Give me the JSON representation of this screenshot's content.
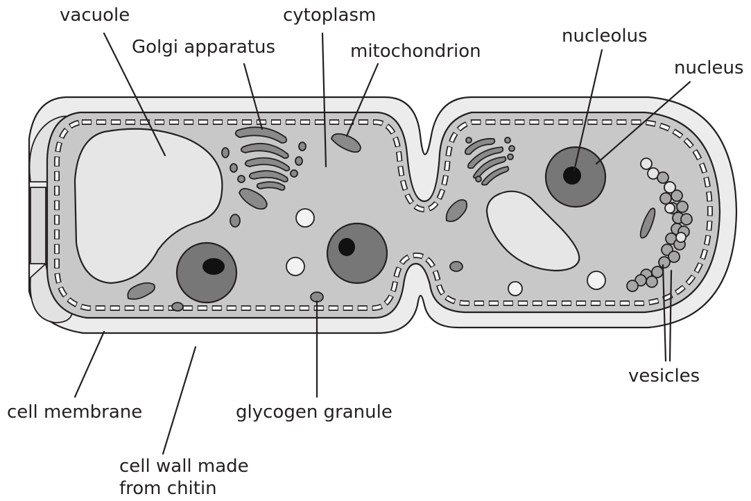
{
  "labels": {
    "vacuole": "vacuole",
    "cytoplasm": "cytoplasm",
    "golgi": "Golgi apparatus",
    "mitochondrion": "mitochondrion",
    "nucleolus": "nucleolus",
    "nucleus": "nucleus",
    "vesicles": "vesicles",
    "cell_membrane": "cell membrane",
    "glycogen_granule": "glycogen granule",
    "cell_wall_line1": "cell wall made",
    "cell_wall_line2": "from chitin"
  },
  "colors": {
    "outline": "#231f20",
    "cell_wall": "#ececec",
    "cytoplasm": "#c8c8c8",
    "vacuole": "#e6e6e6",
    "organelle": "#8a8a8a",
    "nucleus": "#777777",
    "nucleolus": "#111111",
    "vesicle": "#a6a6a6",
    "granule": "#f2f2f2"
  }
}
